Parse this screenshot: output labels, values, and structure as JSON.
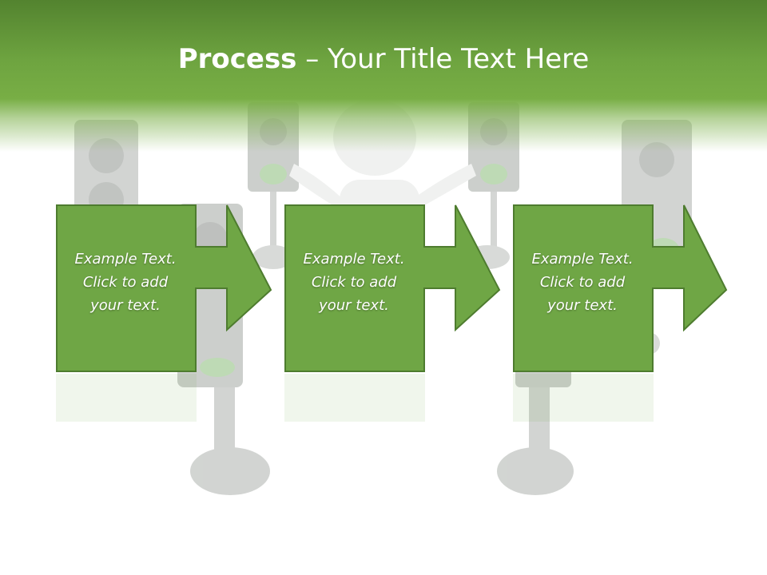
{
  "slide": {
    "title_bold": "Process",
    "title_rest": " – Your Title Text Here",
    "steps": [
      {
        "line1": "Example Text.",
        "line2": "Click  to add",
        "line3": "your text."
      },
      {
        "line1": "Example Text.",
        "line2": "Click  to add",
        "line3": "your text."
      },
      {
        "line1": "Example Text.",
        "line2": "Click  to add",
        "line3": "your text."
      }
    ]
  },
  "colors": {
    "header_dark": "#53832f",
    "header_light": "#78ae45",
    "box_fill": "#6fa645",
    "box_border": "#4e7c2f",
    "text": "#ffffff"
  },
  "icons": {
    "background": "traffic-lights-with-3d-figure",
    "step_shape": "arrow-right"
  }
}
